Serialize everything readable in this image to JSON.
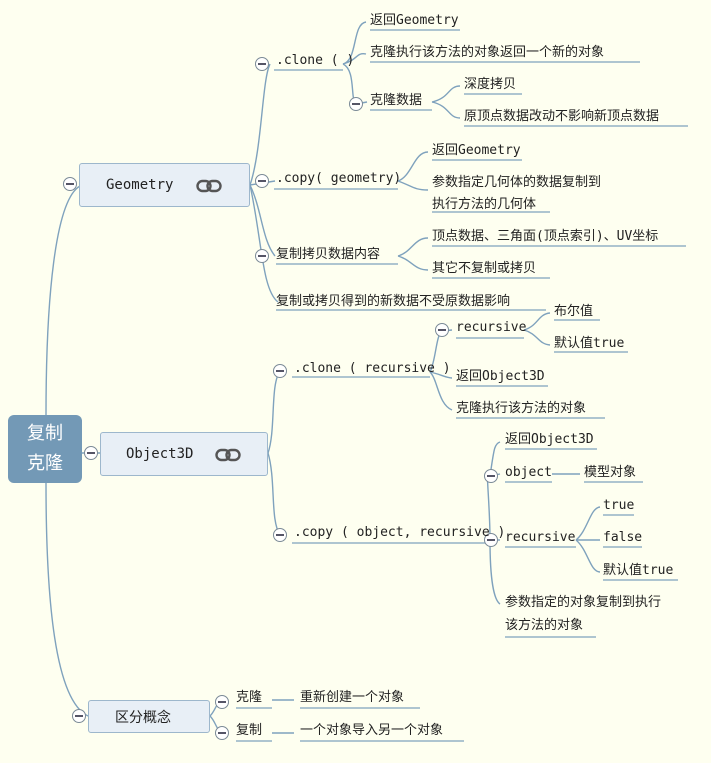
{
  "root": {
    "line1": "复制",
    "line2": "克隆"
  },
  "geometry": {
    "title": "Geometry",
    "clone": {
      "label": ".clone ( )",
      "returns": "返回Geometry",
      "desc": "克隆执行该方法的对象返回一个新的对象",
      "clone_data": {
        "label": "克隆数据",
        "deep_copy": "深度拷贝",
        "no_effect": "原顶点数据改动不影响新顶点数据"
      }
    },
    "copy": {
      "label": ".copy( geometry)",
      "returns": "返回Geometry",
      "desc_line1": "参数指定几何体的数据复制到",
      "desc_line2": "执行方法的几何体"
    },
    "content": {
      "label": "复制拷贝数据内容",
      "vertex": "顶点数据、三角面(顶点索引)、UV坐标",
      "other": "其它不复制或拷贝"
    },
    "note": "复制或拷贝得到的新数据不受原数据影响"
  },
  "object3d": {
    "title": "Object3D",
    "clone": {
      "label": ".clone ( recursive )",
      "recursive": {
        "label": "recursive",
        "boolean": "布尔值",
        "default": "默认值true"
      },
      "returns": "返回Object3D",
      "desc": "克隆执行该方法的对象"
    },
    "copy": {
      "label": ".copy ( object, recursive )",
      "returns": "返回Object3D",
      "object": {
        "label": "object",
        "model": "模型对象"
      },
      "recursive": {
        "label": "recursive",
        "true": "true",
        "false": "false",
        "default": "默认值true"
      },
      "desc_line1": "参数指定的对象复制到执行",
      "desc_line2": "该方法的对象"
    }
  },
  "concepts": {
    "title": "区分概念",
    "clone": {
      "label": "克隆",
      "desc": "重新创建一个对象"
    },
    "copy": {
      "label": "复制",
      "desc": "一个对象导入另一个对象"
    }
  },
  "colors": {
    "line": "#7fa2bd",
    "root": "#7399b6",
    "box": "#e8eff6",
    "background": "#fefff0"
  }
}
